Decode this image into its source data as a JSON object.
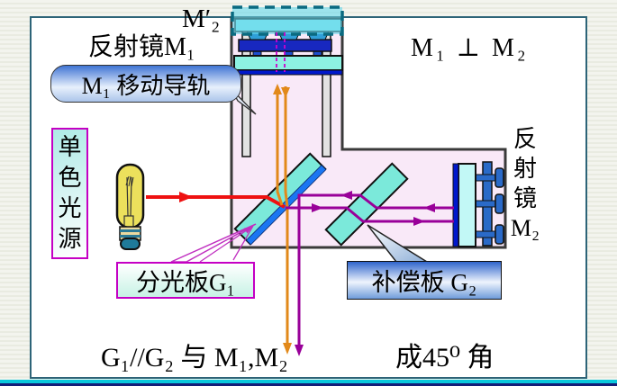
{
  "title": "Michelson interferometer schematic slide",
  "labels": {
    "m1_mirror": "反射镜M₁",
    "m2_virtual": "M′₂",
    "perpendicular": "M₁ ⊥ M₂",
    "m1_rail_bubble": "M₁ 移动导轨",
    "source": {
      "lines": [
        "单",
        "色",
        "光",
        "源"
      ]
    },
    "m2_mirror": {
      "lines": [
        "反",
        "射",
        "镜",
        "M₂"
      ]
    },
    "g1_label": "分光板G₁",
    "g2_label": "补偿板 G₂",
    "caption_left": "G₁//G₂ 与  M₁,M₂",
    "caption_right": "成45⁰ 角"
  },
  "colors": {
    "slide_border": "#2d6478",
    "bench_fill": "#f9e9f8",
    "bench_border": "#3a3a3a",
    "plate_fill": "#7be9da",
    "splitter_coating_blue": "#1b76f2",
    "mirror_coating_navy": "#0018cc",
    "metal_navy_bar": "#1828c0",
    "metal_blue_post": "#1d4fd0",
    "steel_blue_nub": "#2f9fd8",
    "m2_hardware_blue": "#2a6ac8",
    "rail_gray": "#e2e2e2",
    "beam_red": "#ee1111",
    "beam_orange": "#e2891a",
    "beam_purple": "#990099",
    "virtual_image_dash": "#0a6a80",
    "virtual_image_fill": "rgba(100,215,235,0.6)",
    "label_border_magenta": "#c400c4",
    "bottom_bar_cyan": "#09c8dc",
    "bottom_bar_navy": "#141e78",
    "bulb_yellow": "#ece05c",
    "bulb_cap_teal": "#1f7a9a"
  }
}
